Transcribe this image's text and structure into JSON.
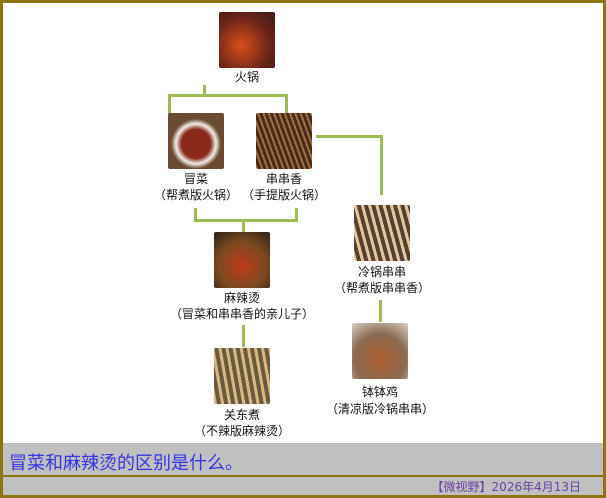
{
  "nodes": {
    "hotpot": {
      "name": "火锅"
    },
    "maocai": {
      "name": "冒菜",
      "note": "（帮煮版火锅）"
    },
    "chuanchuan": {
      "name": "串串香",
      "note": "（手提版火锅）"
    },
    "malatang": {
      "name": "麻辣烫",
      "note": "（冒菜和串串香的亲儿子）"
    },
    "guandong": {
      "name": "关东煮",
      "note": "（不辣版麻辣烫）"
    },
    "lengguo": {
      "name": "冷锅串串",
      "note": "（帮煮版串串香）"
    },
    "bobo": {
      "name": "钵钵鸡",
      "note": "（清凉版冷锅串串）"
    }
  },
  "caption": "冒菜和麻辣烫的区别是什么。",
  "footer": "【微视野】2026年4月13日",
  "colors": {
    "connector": "#9cbb52",
    "border": "#8c7412",
    "caption": "#3434e6"
  }
}
